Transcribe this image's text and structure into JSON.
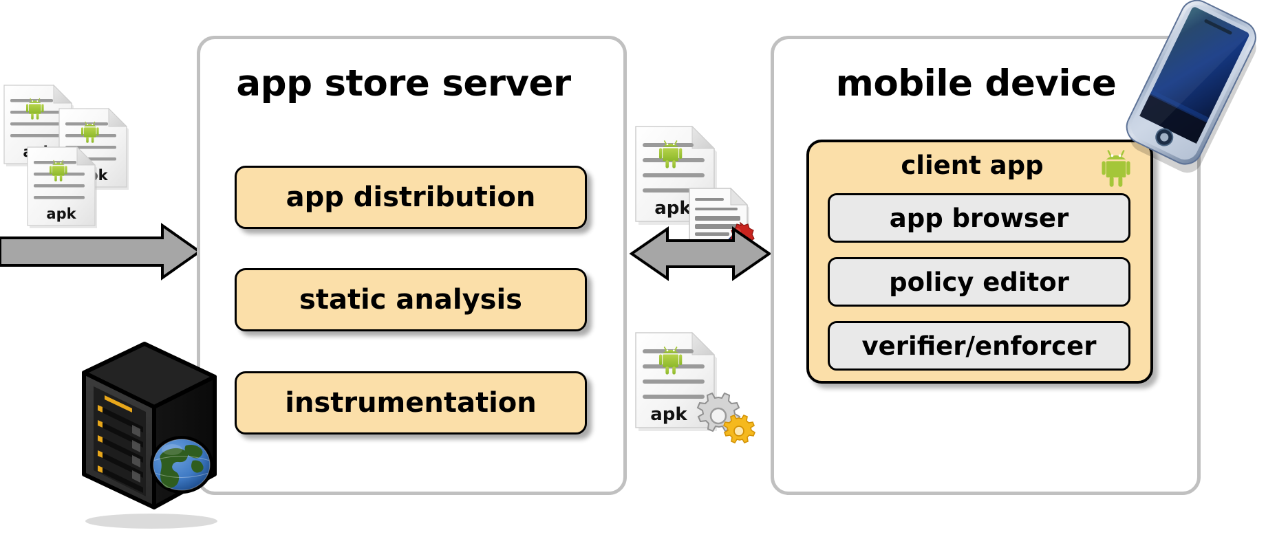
{
  "diagram": {
    "title": "app store server and mobile device architecture",
    "colors": {
      "panel_border": "#C0C0C0",
      "process_box_fill": "#FBDFA9",
      "process_box_border": "#000000",
      "module_box_fill": "#E9E9E9",
      "arrow_fill": "#A6A6A6",
      "arrow_border": "#000000",
      "android_green": "#A4C639",
      "seal_red": "#C9241F",
      "gear_yellow": "#F5B91E",
      "globe_blue": "#3F7AC4",
      "globe_green": "#2F5D1F",
      "background": "#FFFFFF"
    }
  },
  "server_panel": {
    "title": "app store server",
    "boxes": [
      {
        "label": "app distribution"
      },
      {
        "label": "static analysis"
      },
      {
        "label": "instrumentation"
      }
    ]
  },
  "device_panel": {
    "title": "mobile device",
    "client_app": {
      "title": "client app",
      "badge_icon": "android-robot-icon",
      "modules": [
        {
          "label": "app browser"
        },
        {
          "label": "policy editor"
        },
        {
          "label": "verifier/enforcer"
        }
      ]
    }
  },
  "icons": {
    "apk_stack": {
      "name": "apk-files-stack-icon",
      "file_label": "apk",
      "count": 3
    },
    "apk_signed": {
      "name": "signed-apk-icon",
      "file_label": "apk",
      "overlay": "certificate-with-wax-seal-icon"
    },
    "apk_instrumented": {
      "name": "instrumented-apk-icon",
      "file_label": "apk",
      "overlay": "gears-icon"
    },
    "server_tower": {
      "name": "server-tower-icon",
      "overlay": "globe-icon"
    },
    "phone": {
      "name": "smartphone-icon"
    }
  },
  "arrows": [
    {
      "name": "incoming-apps-arrow",
      "direction": "right"
    },
    {
      "name": "server-device-exchange-arrow",
      "direction": "bidirectional"
    }
  ]
}
